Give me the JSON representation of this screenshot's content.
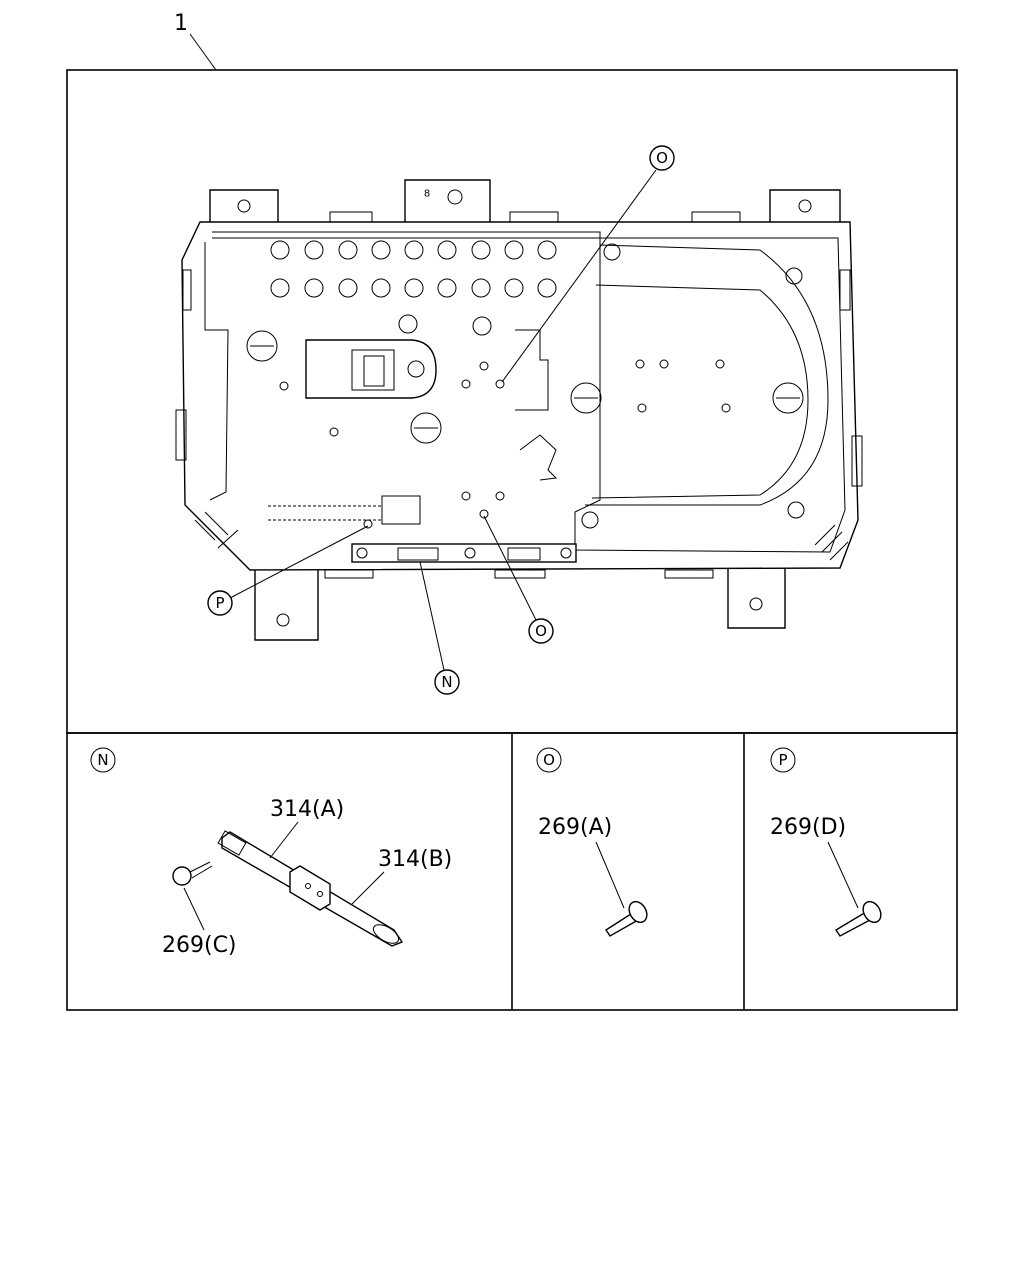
{
  "main_part_number": "1",
  "callouts": {
    "n": "N",
    "o": "O",
    "p": "P"
  },
  "detail_n": {
    "letter": "N",
    "parts": [
      "314(A)",
      "314(B)",
      "269(C)"
    ]
  },
  "detail_o": {
    "letter": "O",
    "parts": [
      "269(A)"
    ]
  },
  "detail_p": {
    "letter": "P",
    "parts": [
      "269(D)"
    ]
  }
}
